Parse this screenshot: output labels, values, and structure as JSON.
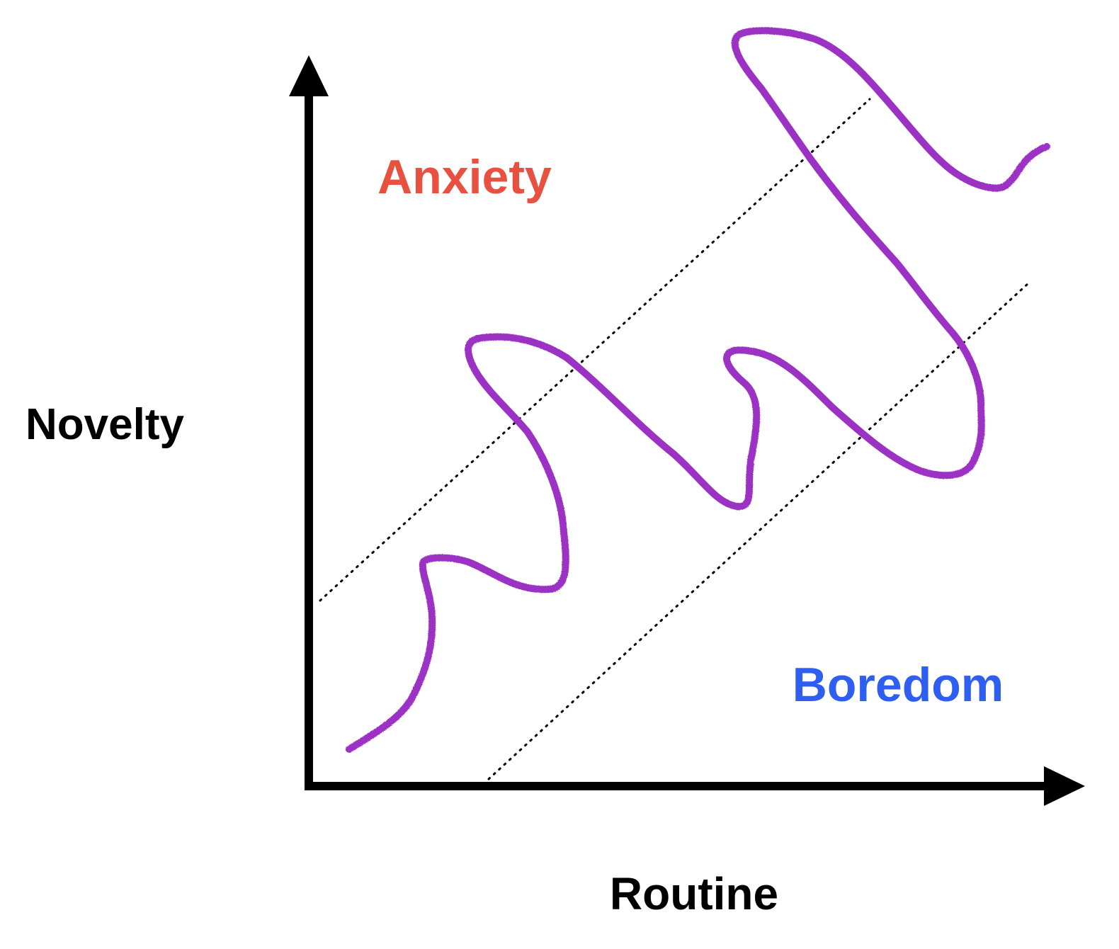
{
  "labels": {
    "upper_region": "Anxiety",
    "lower_region": "Boredom",
    "y_axis": "Novelty",
    "x_axis": "Routine"
  },
  "colors": {
    "anxiety": "#e8513f",
    "boredom": "#2f5ff0",
    "path": "#9b30c4",
    "axis": "#000000"
  }
}
